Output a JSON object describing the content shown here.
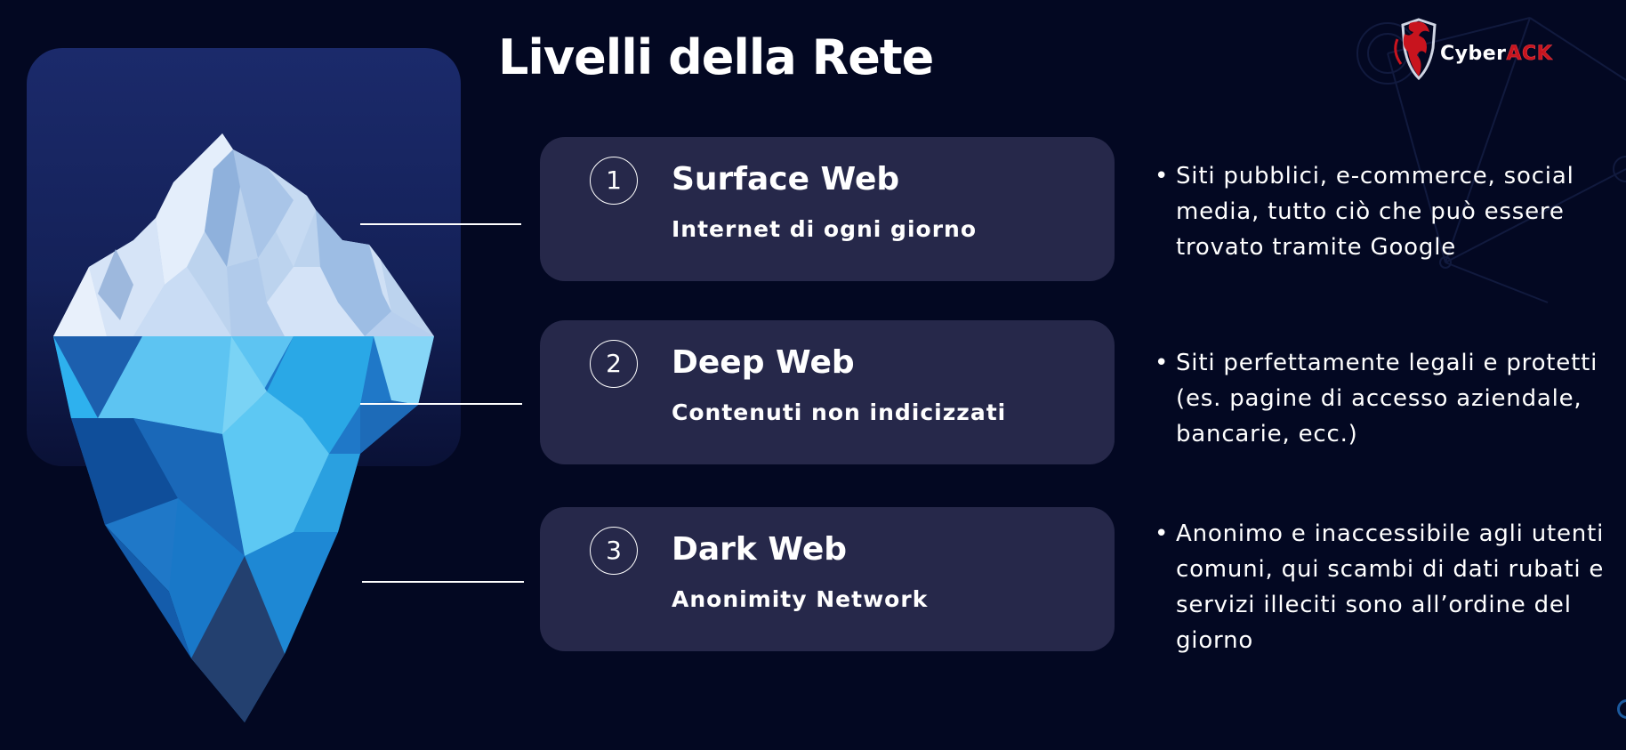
{
  "slide": {
    "title": "Livelli della Rete"
  },
  "logo": {
    "part1": "Cyber",
    "part2": "ACK",
    "accent_color": "#c8141e"
  },
  "colors": {
    "background": "#030822",
    "card": "#26284a",
    "panel_top": "#1b2a6b",
    "ice_light": "#cfe0f5",
    "water_blue": "#2a9de0"
  },
  "levels": [
    {
      "number": "1",
      "title": "Surface Web",
      "subtitle": "Internet di ogni giorno",
      "description": "Siti pubblici, e-commerce, social media, tutto ciò che può essere trovato tramite Google"
    },
    {
      "number": "2",
      "title": "Deep Web",
      "subtitle": "Contenuti non indicizzati",
      "description": "Siti perfettamente legali e protetti (es. pagine di accesso aziendale, bancarie, ecc.)"
    },
    {
      "number": "3",
      "title": "Dark Web",
      "subtitle": "Anonimity Network",
      "description": "Anonimo e inaccessibile agli utenti comuni, qui scambi di dati rubati e servizi illeciti sono all’ordine del giorno"
    }
  ],
  "bullet": "•"
}
